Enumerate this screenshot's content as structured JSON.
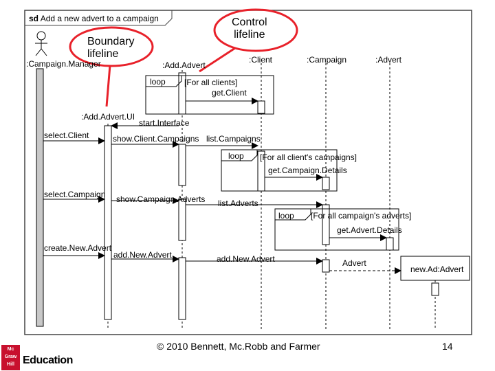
{
  "frame": {
    "keyword": "sd",
    "title": "Add a new advert to a campaign"
  },
  "callouts": {
    "control": [
      "Control",
      "lifeline"
    ],
    "boundary": [
      "Boundary",
      "lifeline"
    ]
  },
  "lifelines": {
    "campaign_manager": ":Campaign.Manager",
    "add_advert": ":Add.Advert",
    "client": ":Client",
    "campaign": ":Campaign",
    "advert": ":Advert",
    "add_advert_ui": ":Add.Advert.UI",
    "new_advert": "new.Ad:Advert"
  },
  "fragments": {
    "f1": {
      "operator": "loop",
      "guard": "[For all clients]"
    },
    "f2": {
      "operator": "loop",
      "guard": "[For all client's campaigns]"
    },
    "f3": {
      "operator": "loop",
      "guard": "[For all campaign's adverts]"
    }
  },
  "messages": {
    "get_client": "get.Client",
    "start_interface": "start.Interface",
    "select_client": "select.Client",
    "show_client_campaigns": "show.Client.Campaigns",
    "list_campaigns": "list.Campaigns",
    "get_campaign_details": "get.Campaign.Details",
    "select_campaign": "select.Campaign",
    "show_campaign_adverts": "show.Campaign.Adverts",
    "list_adverts": "list.Adverts",
    "get_advert_details": "get.Advert.Details",
    "create_new_advert": "create.New.Advert",
    "add_new_advert_1": "add.New.Advert",
    "add_new_advert_2": "add.New.Advert",
    "advert_create": "Advert"
  },
  "footer": {
    "copyright": "© 2010 Bennett, Mc.Robb and Farmer",
    "page": "14"
  },
  "branding": {
    "logo": [
      "Mc",
      "Graw",
      "Hill"
    ],
    "unit": "Education"
  },
  "colors": {
    "callout": "#e8212a",
    "activation": "#c8c8c8",
    "logo": "#c8102e"
  }
}
